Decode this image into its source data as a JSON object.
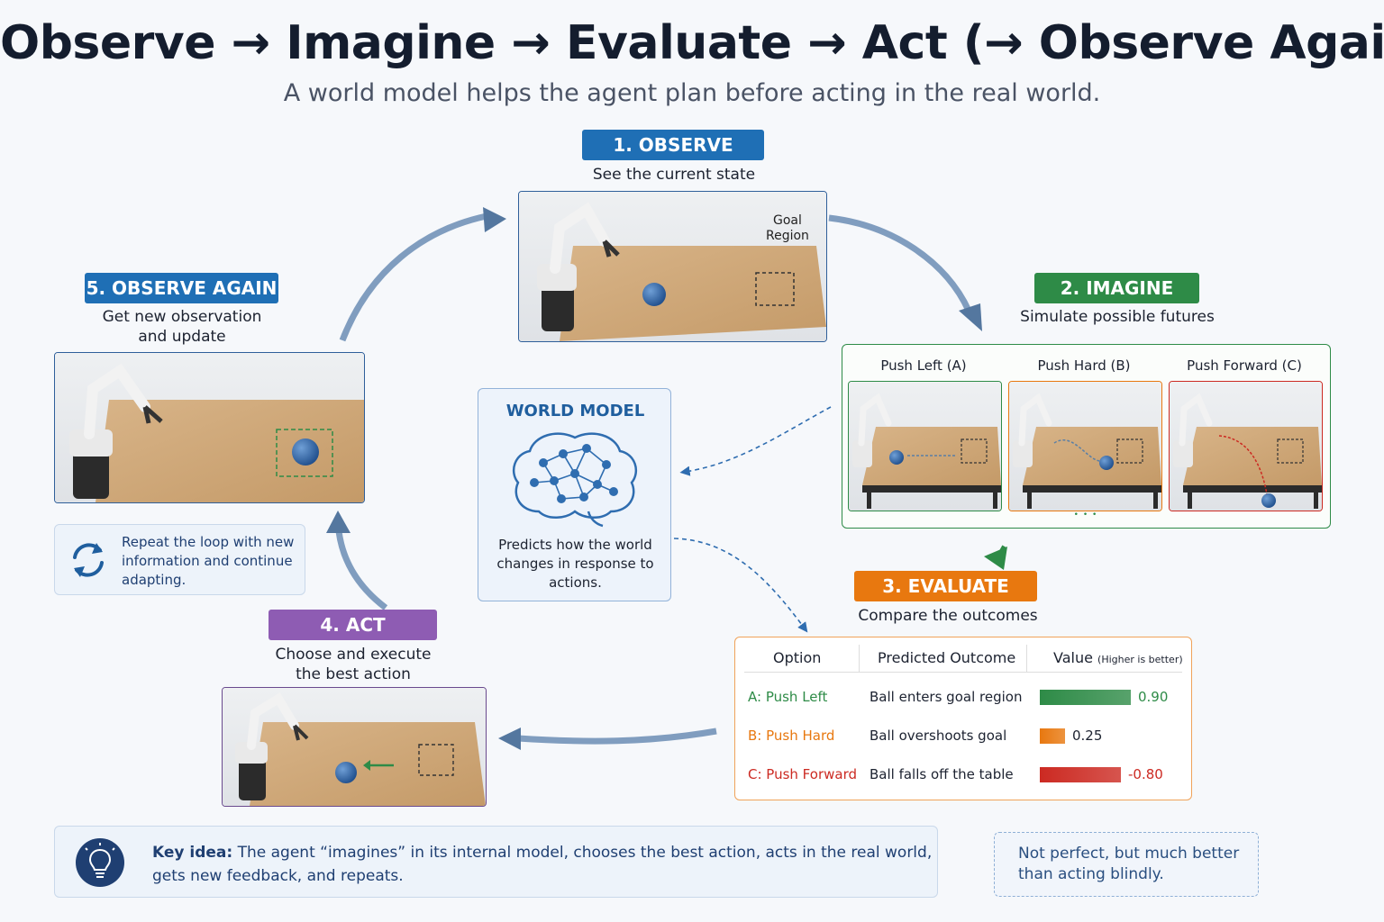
{
  "title": "Observe → Imagine → Evaluate → Act (→ Observe Again)",
  "subtitle": "A world model helps the agent plan before acting in the real world.",
  "colors": {
    "observe": "#1f6fb5",
    "imagine": "#2e8b47",
    "evaluate": "#e8780f",
    "act": "#8e5cb3",
    "observe_again": "#1f6fb5",
    "arrow": "#5a7fa6",
    "good": "#2e8b47",
    "mid": "#e8780f",
    "bad": "#cc2a22"
  },
  "steps": {
    "observe": {
      "badge": "1. OBSERVE",
      "caption": "See the current state",
      "goal_label_1": "Goal",
      "goal_label_2": "Region"
    },
    "imagine": {
      "badge": "2. IMAGINE",
      "caption": "Simulate possible futures"
    },
    "evaluate": {
      "badge": "3. EVALUATE",
      "caption": "Compare the outcomes"
    },
    "act": {
      "badge": "4. ACT",
      "caption_1": "Choose and execute",
      "caption_2": "the best action"
    },
    "observe_again": {
      "badge": "5. OBSERVE AGAIN",
      "caption_1": "Get new observation",
      "caption_2": "and update"
    }
  },
  "futures": {
    "options": [
      {
        "label": "Push Left (A)"
      },
      {
        "label": "Push Hard (B)"
      },
      {
        "label": "Push Forward (C)"
      }
    ],
    "more": "• • •"
  },
  "world_model": {
    "title": "WORLD MODEL",
    "desc_1": "Predicts how the world",
    "desc_2": "changes in response to",
    "desc_3": "actions.",
    "icon": "brain-network-icon"
  },
  "loop_note": {
    "line_1": "Repeat the loop with new",
    "line_2": "information and continue",
    "line_3": "adapting.",
    "icon": "refresh-icon"
  },
  "table": {
    "headers": {
      "option": "Option",
      "outcome": "Predicted Outcome",
      "value": "Value",
      "value_note": "(Higher is better)"
    },
    "rows": [
      {
        "key": "A:",
        "name": "Push Left",
        "outcome": "Ball enters goal region",
        "value": 0.9,
        "value_label": "0.90",
        "color": "#2e8b47"
      },
      {
        "key": "B:",
        "name": "Push Hard",
        "outcome": "Ball overshoots goal",
        "value": 0.25,
        "value_label": "0.25",
        "color": "#e8780f"
      },
      {
        "key": "C:",
        "name": "Push Forward",
        "outcome": "Ball falls off the table",
        "value": -0.8,
        "value_label": "-0.80",
        "color": "#cc2a22"
      }
    ]
  },
  "key_idea": {
    "bold": "Key idea:",
    "text_1": "The agent “imagines” in its internal model, chooses the best action, acts in the real world,",
    "text_2": "gets new feedback, and repeats.",
    "icon": "lightbulb-icon"
  },
  "note": {
    "line_1": "Not perfect, but much better",
    "line_2": "than acting blindly."
  }
}
